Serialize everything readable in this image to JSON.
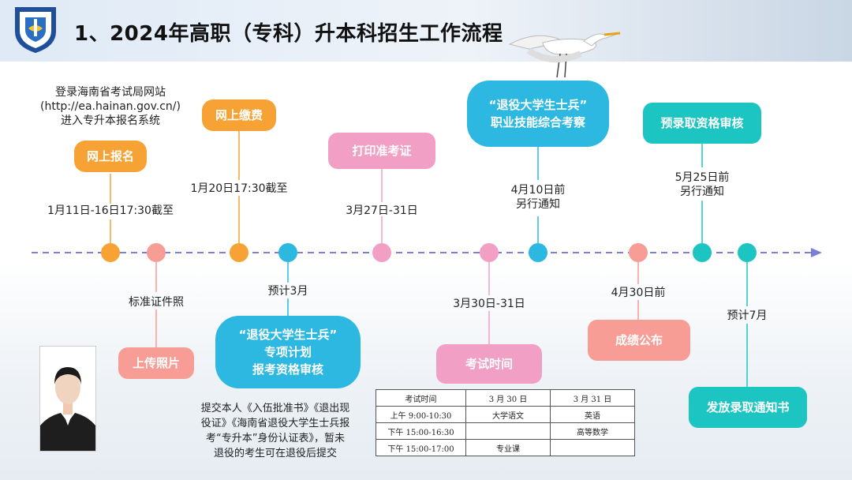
{
  "header": {
    "title": "1、2024年高职（专科）升本科招生工作流程"
  },
  "timeline": {
    "top_notes": {
      "exam_site": [
        "登录海南省考试局网站",
        "(http://ea.hainan.gov.cn/)",
        "进入专升本报名系统"
      ],
      "apply_date": "1月11日-16日17:30截至",
      "pay_date": "1月20日17:30截至",
      "print_date": "3月27日-31日",
      "vocational_date": [
        "4月10日前",
        "另行通知"
      ],
      "preadmit_date": [
        "5月25日前",
        "另行通知"
      ]
    },
    "boxes": {
      "apply": "网上报名",
      "pay": "网上缴费",
      "print": "打印准考证",
      "vocational": [
        "“退役大学生士兵”",
        "职业技能综合考察"
      ],
      "preadmit": "预录取资格审核",
      "upload": "上传照片",
      "special": [
        "“退役大学生士兵”",
        "专项计划",
        "报考资格审核"
      ],
      "exam_time": "考试时间",
      "result": "成绩公布",
      "notice": "发放录取通知书"
    },
    "bottom_notes": {
      "photo_std": "标准证件照",
      "special_date": "预计3月",
      "exam_date": "3月30日-31日",
      "result_date": "4月30日前",
      "notice_date": "预计7月"
    },
    "submit_note": [
      "提交本人《入伍批准书》《退出现",
      "役证》《海南省退役大学生士兵报",
      "考“专升本”身份认证表》，暂未",
      "退役的考生可在退役后提交"
    ]
  },
  "exam_table": {
    "header": [
      "考试时间",
      "3 月 30 日",
      "3 月 31 日"
    ],
    "rows": [
      [
        "上午 9:00-10:30",
        "大学语文",
        "英语"
      ],
      [
        "下午 15:00-16:30",
        "",
        "高等数学"
      ],
      [
        "下午 15:00-17:00",
        "专业课",
        ""
      ]
    ]
  },
  "colors": {
    "orange": "#f7a234",
    "pink": "#f29fc6",
    "salmon": "#f79d95",
    "cyan": "#2cb8e0",
    "teal": "#1dc5c2",
    "timeline": "#7a7fd8"
  }
}
